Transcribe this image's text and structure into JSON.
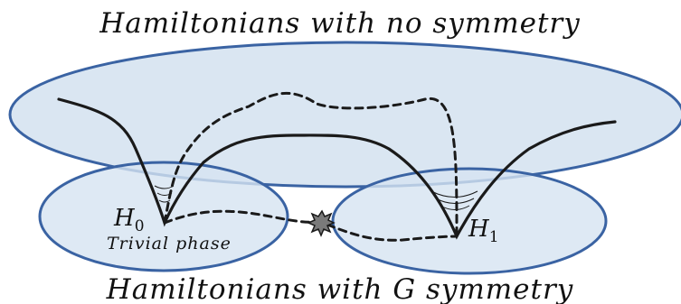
{
  "title_top": "Hamiltonians with no symmetry",
  "title_bottom": "Hamiltonians with G symmetry",
  "labels": {
    "h0_base": "H",
    "h0_sub": "0",
    "h1_base": "H",
    "h1_sub": "1",
    "trivial_phase": "Trivial phase"
  },
  "colors": {
    "ellipse_fill": "#d6e3f1",
    "ellipse_stroke": "#3a63a3",
    "curve": "#1a1a1a",
    "defect_fill": "#7a7a7a"
  }
}
